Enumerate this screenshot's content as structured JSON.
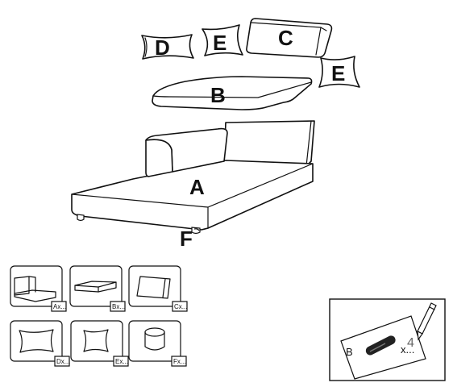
{
  "parts": {
    "A": "A",
    "B": "B",
    "C": "C",
    "D": "D",
    "E_left": "E",
    "E_right": "E",
    "F": "F"
  },
  "thumbnails": [
    {
      "tag": "Ax..."
    },
    {
      "tag": "Bx..."
    },
    {
      "tag": "Cx..."
    },
    {
      "tag": "Dx..."
    },
    {
      "tag": "Ex..."
    },
    {
      "tag": "Fx..."
    }
  ],
  "note_card": {
    "letter": "B",
    "number": "4",
    "mark": "x..."
  }
}
